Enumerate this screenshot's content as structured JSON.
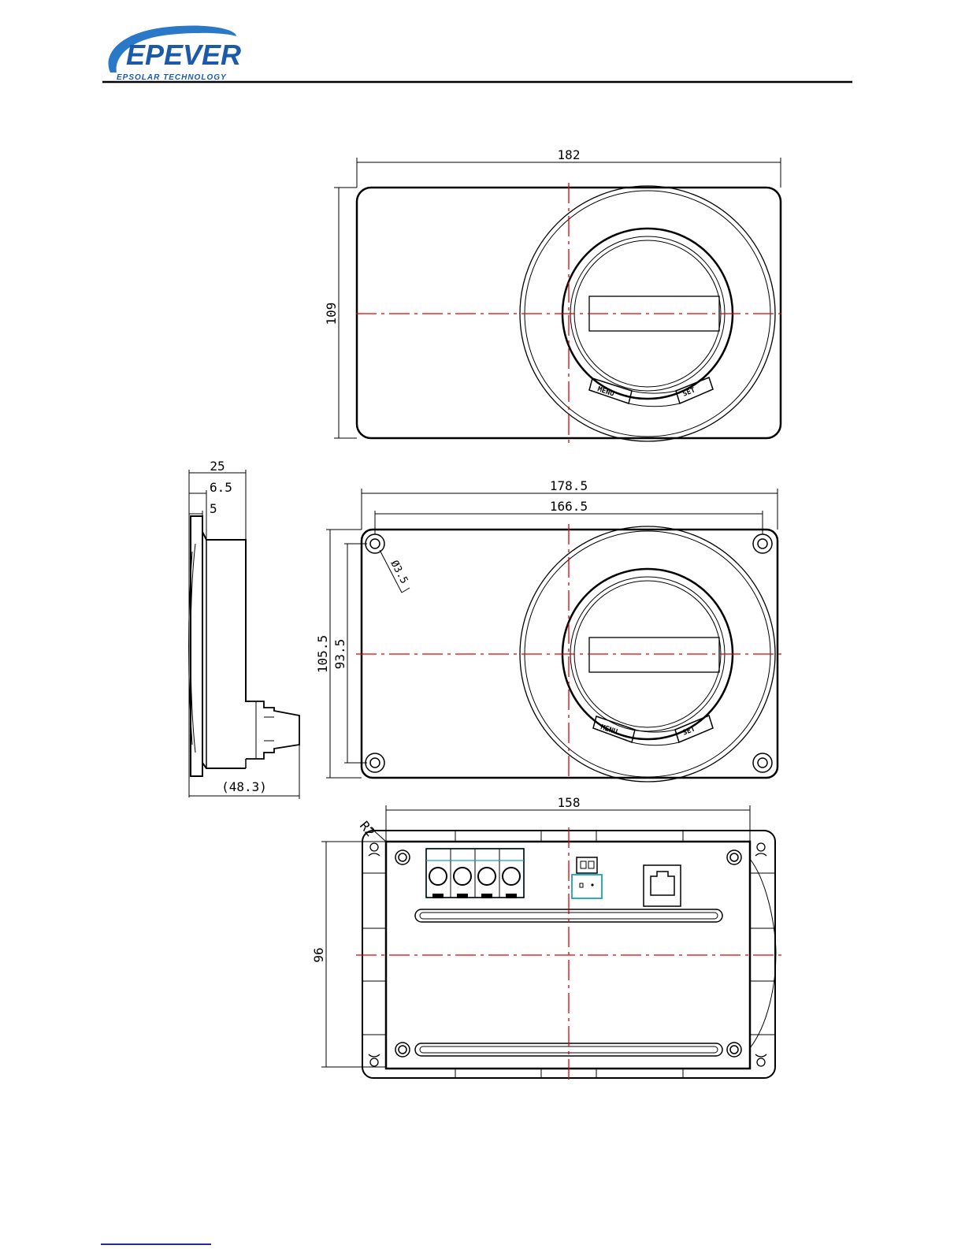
{
  "logo": {
    "brand": "EPEVER",
    "tagline": "EPSOLAR TECHNOLOGY",
    "colors": {
      "primary": "#1a5aa8",
      "swoosh": "#2a78c8"
    }
  },
  "front_view": {
    "width_label": "182",
    "height_label": "109",
    "buttons": {
      "left": "MENU",
      "right": "SET"
    }
  },
  "side_view": {
    "depth_label": "25",
    "offset_label_1": "6.5",
    "offset_label_2": "5",
    "total_depth_label": "(48.3)"
  },
  "mounting_view": {
    "width_label": "178.5",
    "hole_spacing_label": "166.5",
    "hole_diameter_label": "Ø3.5",
    "height_label": "105.5",
    "hole_vertical_label": "93.5",
    "buttons": {
      "left": "MENU",
      "right": "SET"
    }
  },
  "rear_view": {
    "width_label": "158",
    "radius_label": "R2",
    "height_label": "96"
  },
  "colors": {
    "centerline": "#e00000",
    "connector": "#19a3b8"
  }
}
